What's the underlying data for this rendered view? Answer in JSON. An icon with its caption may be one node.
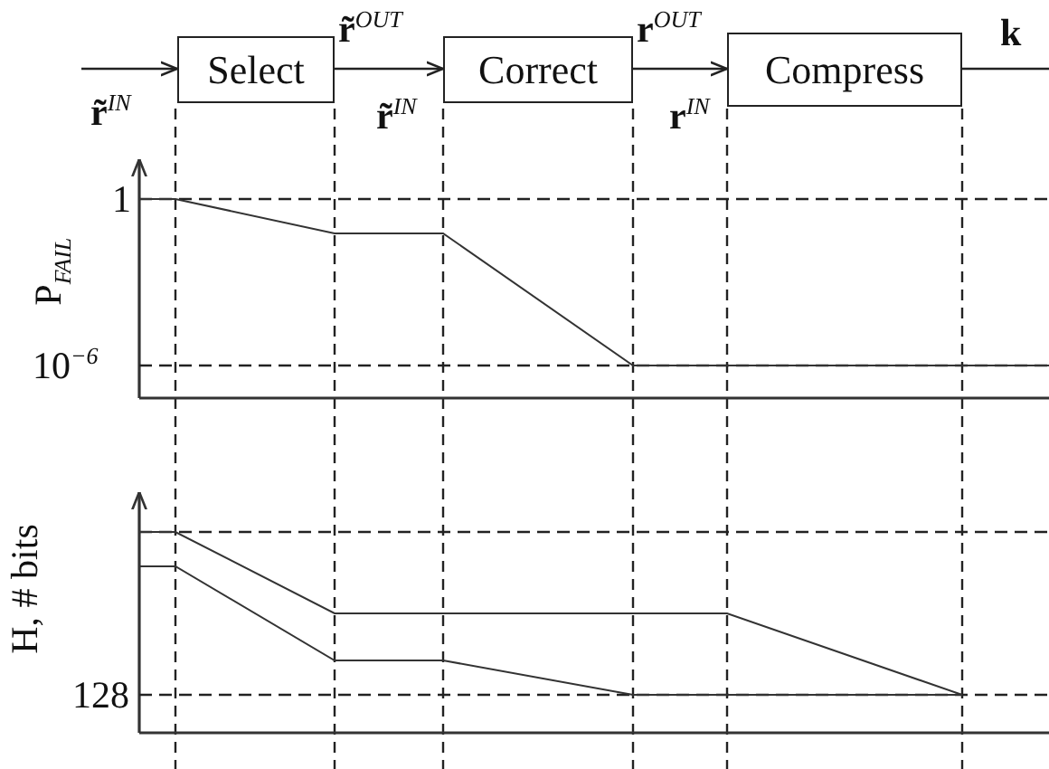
{
  "diagram": {
    "nodes": [
      {
        "text": [
          "Select"
        ]
      },
      {
        "text": [
          "Correct"
        ]
      },
      {
        "text": [
          "Compress"
        ]
      }
    ],
    "edges": [
      {
        "from": null,
        "to": 0,
        "arrow": "to"
      },
      {
        "from": 0,
        "to": 1,
        "arrow": "to"
      },
      {
        "from": 1,
        "to": 2,
        "arrow": "to"
      },
      {
        "from": 2,
        "to": null,
        "arrow": "none"
      }
    ],
    "labels": [
      "**r̃**$^{IN}$",
      "**r̃**$^{OUT}$",
      "**r̃**$^{IN}$",
      "**r**$^{OUT}$",
      "**r**$^{IN}$",
      "**k**",
      "P$_{FAIL}$",
      "1",
      "10$^{−6}$",
      "H, # bits",
      "128"
    ]
  }
}
